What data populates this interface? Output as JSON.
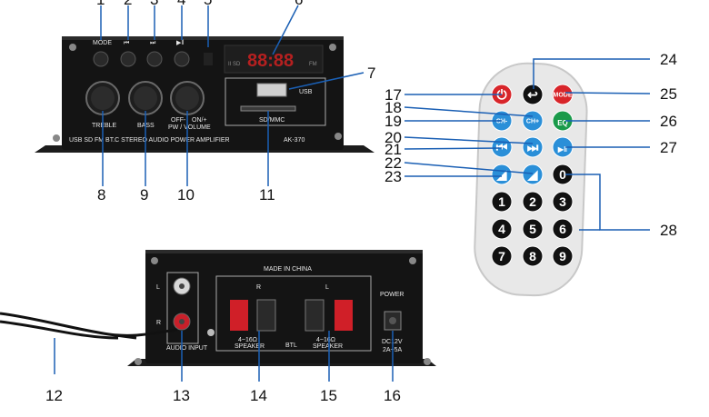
{
  "callouts": {
    "top": [
      "1",
      "2",
      "3",
      "4",
      "5",
      "6"
    ],
    "right_of_amp": [
      "7"
    ],
    "bottom_of_amp": [
      "8",
      "9",
      "10",
      "11"
    ],
    "rear": [
      "12",
      "13",
      "14",
      "15",
      "16"
    ],
    "remote_left": [
      "17",
      "18",
      "19",
      "20",
      "21",
      "22",
      "23"
    ],
    "remote_right": [
      "24",
      "25",
      "26",
      "27",
      "28"
    ]
  },
  "front_panel": {
    "mode_label": "MODE",
    "treble_label": "TREBLE",
    "bass_label": "BASS",
    "volume_label": "PW / VOLUME",
    "off_label": "OFF-",
    "on_label": "ON/+",
    "usb_label": "USB",
    "sdmmc_label": "SD/MMC",
    "bottom_strip": "USB SD FM BT.C STEREO AUDIO POWER AMPLIFIER",
    "model": "AK-370",
    "display_digits": "88:88",
    "display_small_left": "II SD",
    "display_small_right": "FM"
  },
  "rear_panel": {
    "made_in": "MADE IN CHINA",
    "input_left": "L",
    "input_right": "R",
    "audio_input": "AUDIO INPUT",
    "speaker_r": "R",
    "speaker_l": "L",
    "speaker_spec": "4~16Ω",
    "speaker_word": "SPEAKER",
    "btl": "BTL",
    "power_label": "POWER",
    "dc_label": "DC12V",
    "amp_label": "2A~5A"
  },
  "remote": {
    "buttons": [
      {
        "name": "power",
        "color": "#d8252a",
        "label": "⏻"
      },
      {
        "name": "return",
        "color": "#111111",
        "label": "↩"
      },
      {
        "name": "mode",
        "color": "#d8252a",
        "label": "MODE"
      },
      {
        "name": "ch-minus",
        "color": "#2a8fd8",
        "label": "CH-"
      },
      {
        "name": "ch-plus",
        "color": "#2a8fd8",
        "label": "CH+"
      },
      {
        "name": "eq",
        "color": "#1a9a4a",
        "label": "EQ"
      },
      {
        "name": "prev",
        "color": "#2a8fd8",
        "label": "⏮"
      },
      {
        "name": "next",
        "color": "#2a8fd8",
        "label": "⏭"
      },
      {
        "name": "play-pause",
        "color": "#2a8fd8",
        "label": "▶‖"
      },
      {
        "name": "vol-down",
        "color": "#2a8fd8",
        "label": "◢"
      },
      {
        "name": "vol-up",
        "color": "#2a8fd8",
        "label": "◢"
      },
      {
        "name": "zero",
        "color": "#111111",
        "label": "0"
      }
    ],
    "digits": [
      "1",
      "2",
      "3",
      "4",
      "5",
      "6",
      "7",
      "8",
      "9"
    ]
  }
}
